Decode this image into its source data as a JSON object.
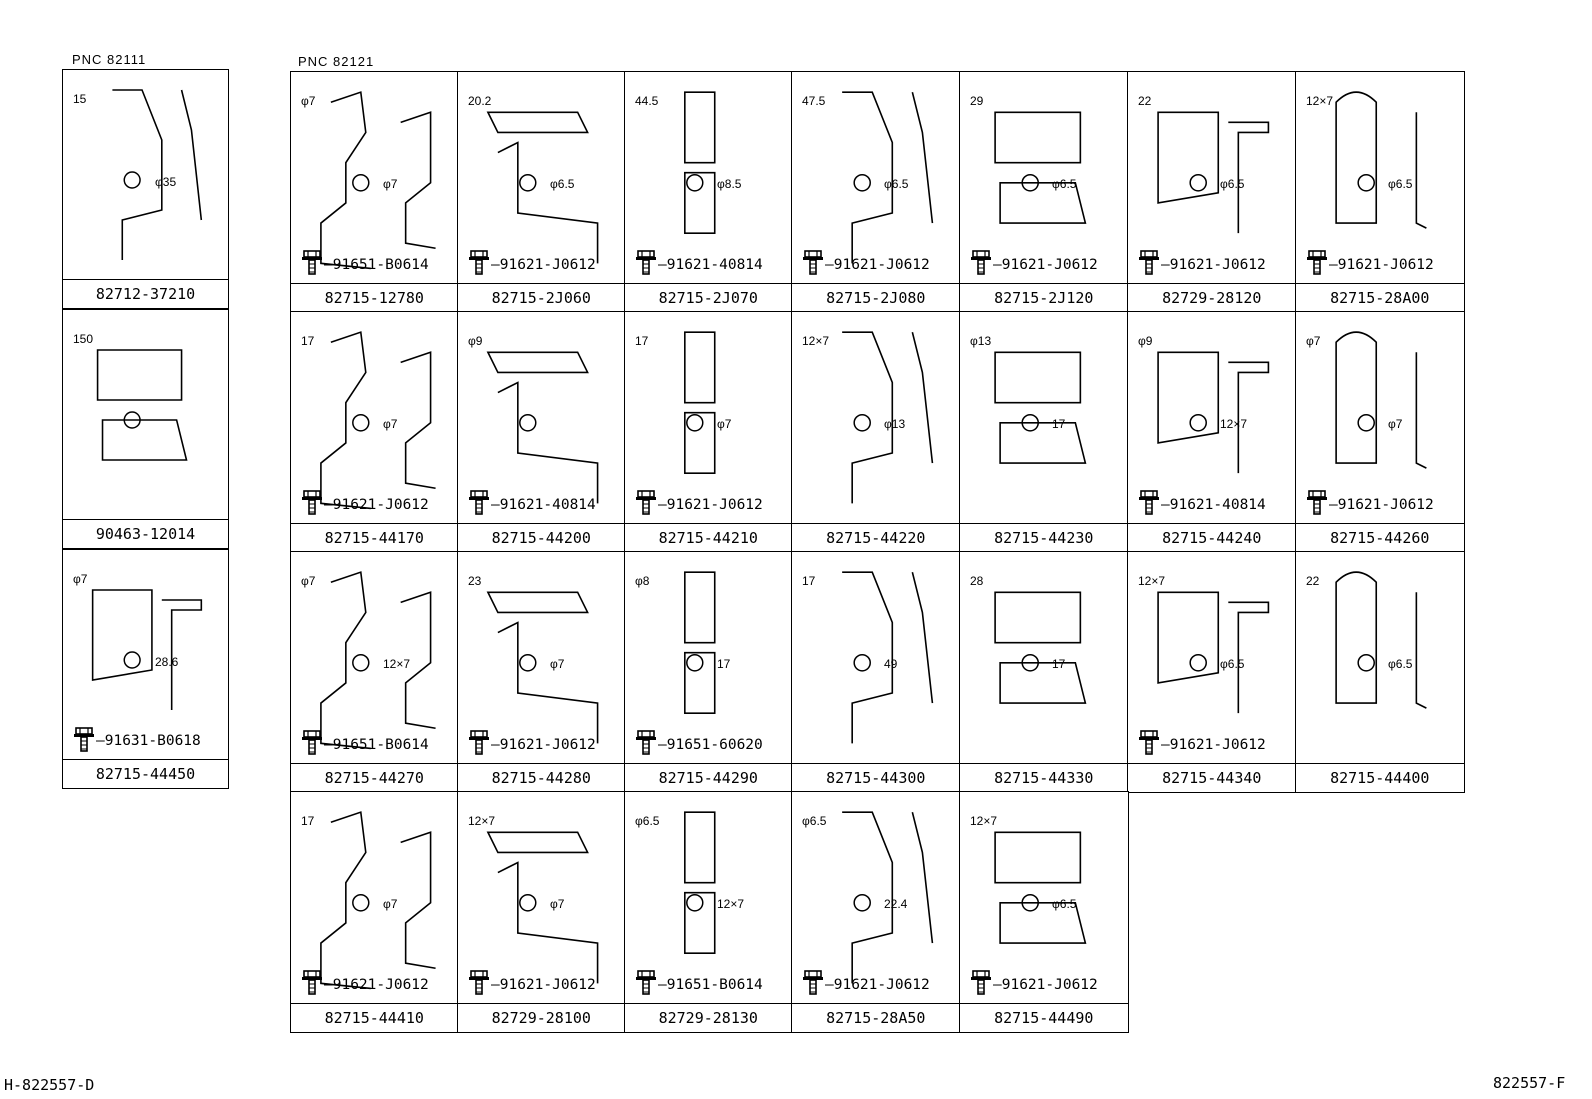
{
  "left_pnc": "PNC   82111",
  "main_pnc": "PNC   82121",
  "left_cells": [
    {
      "part": "82712-37210",
      "bolt": "",
      "dims": [
        "15",
        "φ35"
      ]
    },
    {
      "part": "90463-12014",
      "bolt": "",
      "dims": [
        "150"
      ]
    },
    {
      "part": "82715-44450",
      "bolt": "91631-B0618",
      "dims": [
        "φ7",
        "28.6"
      ]
    }
  ],
  "rows": [
    [
      {
        "part": "82715-12780",
        "bolt": "91651-B0614",
        "dims": [
          "φ7",
          "φ7"
        ]
      },
      {
        "part": "82715-2J060",
        "bolt": "91621-J0612",
        "dims": [
          "20.2",
          "φ6.5"
        ]
      },
      {
        "part": "82715-2J070",
        "bolt": "91621-40814",
        "dims": [
          "44.5",
          "φ8.5"
        ]
      },
      {
        "part": "82715-2J080",
        "bolt": "91621-J0612",
        "dims": [
          "47.5",
          "φ6.5"
        ]
      },
      {
        "part": "82715-2J120",
        "bolt": "91621-J0612",
        "dims": [
          "29",
          "φ6.5"
        ]
      },
      {
        "part": "82729-28120",
        "bolt": "91621-J0612",
        "dims": [
          "22",
          "φ6.5"
        ]
      },
      {
        "part": "82715-28A00",
        "bolt": "91621-J0612",
        "dims": [
          "12×7",
          "φ6.5"
        ]
      }
    ],
    [
      {
        "part": "82715-44170",
        "bolt": "91621-J0612",
        "dims": [
          "17",
          "φ7"
        ]
      },
      {
        "part": "82715-44200",
        "bolt": "91621-40814",
        "dims": [
          "φ9"
        ]
      },
      {
        "part": "82715-44210",
        "bolt": "91621-J0612",
        "dims": [
          "17",
          "φ7"
        ]
      },
      {
        "part": "82715-44220",
        "bolt": "",
        "dims": [
          "12×7",
          "φ13"
        ]
      },
      {
        "part": "82715-44230",
        "bolt": "",
        "dims": [
          "φ13",
          "17"
        ]
      },
      {
        "part": "82715-44240",
        "bolt": "91621-40814",
        "dims": [
          "φ9",
          "12×7"
        ]
      },
      {
        "part": "82715-44260",
        "bolt": "91621-J0612",
        "dims": [
          "φ7",
          "φ7"
        ]
      }
    ],
    [
      {
        "part": "82715-44270",
        "bolt": "91651-B0614",
        "dims": [
          "φ7",
          "12×7"
        ]
      },
      {
        "part": "82715-44280",
        "bolt": "91621-J0612",
        "dims": [
          "23",
          "φ7"
        ]
      },
      {
        "part": "82715-44290",
        "bolt": "91651-60620",
        "dims": [
          "φ8",
          "17"
        ]
      },
      {
        "part": "82715-44300",
        "bolt": "",
        "dims": [
          "17",
          "49"
        ]
      },
      {
        "part": "82715-44330",
        "bolt": "",
        "dims": [
          "28",
          "17"
        ]
      },
      {
        "part": "82715-44340",
        "bolt": "91621-J0612",
        "dims": [
          "12×7",
          "φ6.5"
        ]
      },
      {
        "part": "82715-44400",
        "bolt": "",
        "dims": [
          "22",
          "φ6.5"
        ]
      }
    ],
    [
      {
        "part": "82715-44410",
        "bolt": "91621-J0612",
        "dims": [
          "17",
          "φ7"
        ]
      },
      {
        "part": "82729-28100",
        "bolt": "91621-J0612",
        "dims": [
          "12×7",
          "φ7"
        ]
      },
      {
        "part": "82729-28130",
        "bolt": "91651-B0614",
        "dims": [
          "φ6.5",
          "12×7"
        ]
      },
      {
        "part": "82715-28A50",
        "bolt": "91621-J0612",
        "dims": [
          "φ6.5",
          "22.4"
        ]
      },
      {
        "part": "82715-44490",
        "bolt": "91621-J0612",
        "dims": [
          "12×7",
          "φ6.5"
        ]
      }
    ]
  ],
  "footer": {
    "left": "H-822557-D",
    "right": "822557-F"
  }
}
